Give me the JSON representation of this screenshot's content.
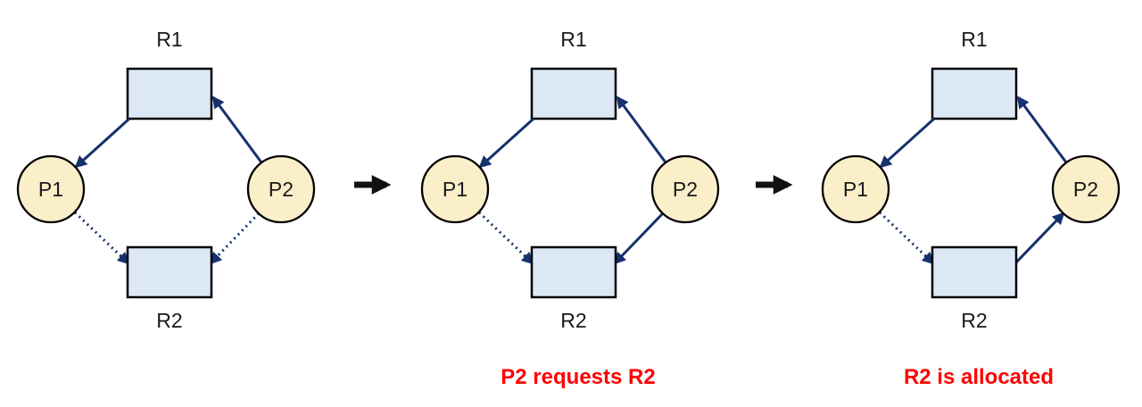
{
  "diagram": {
    "colors": {
      "resource_fill": "#dce8f5",
      "process_fill": "#fbefca",
      "node_border": "#000000",
      "edge_color": "#16316d",
      "caption_color": "#ff0000",
      "step_arrow_color": "#111111",
      "label_color": "#1a1a1a"
    },
    "step_arrows": [
      {
        "icon": "right-arrow"
      },
      {
        "icon": "right-arrow"
      }
    ],
    "panels": [
      {
        "nodes": {
          "r1": "R1",
          "r2": "R2",
          "p1": "P1",
          "p2": "P2"
        },
        "caption": "",
        "edges": [
          {
            "from": "R1",
            "to": "P1",
            "style": "solid"
          },
          {
            "from": "P2",
            "to": "R1",
            "style": "solid"
          },
          {
            "from": "P1",
            "to": "R2",
            "style": "dotted"
          },
          {
            "from": "P2",
            "to": "R2",
            "style": "dotted"
          }
        ]
      },
      {
        "nodes": {
          "r1": "R1",
          "r2": "R2",
          "p1": "P1",
          "p2": "P2"
        },
        "caption": "P2 requests R2",
        "edges": [
          {
            "from": "R1",
            "to": "P1",
            "style": "solid"
          },
          {
            "from": "P2",
            "to": "R1",
            "style": "solid"
          },
          {
            "from": "P1",
            "to": "R2",
            "style": "dotted"
          },
          {
            "from": "P2",
            "to": "R2",
            "style": "solid"
          }
        ]
      },
      {
        "nodes": {
          "r1": "R1",
          "r2": "R2",
          "p1": "P1",
          "p2": "P2"
        },
        "caption": "R2 is allocated",
        "edges": [
          {
            "from": "R1",
            "to": "P1",
            "style": "solid"
          },
          {
            "from": "P2",
            "to": "R1",
            "style": "solid"
          },
          {
            "from": "P1",
            "to": "R2",
            "style": "dotted"
          },
          {
            "from": "R2",
            "to": "P2",
            "style": "solid"
          }
        ]
      }
    ]
  }
}
